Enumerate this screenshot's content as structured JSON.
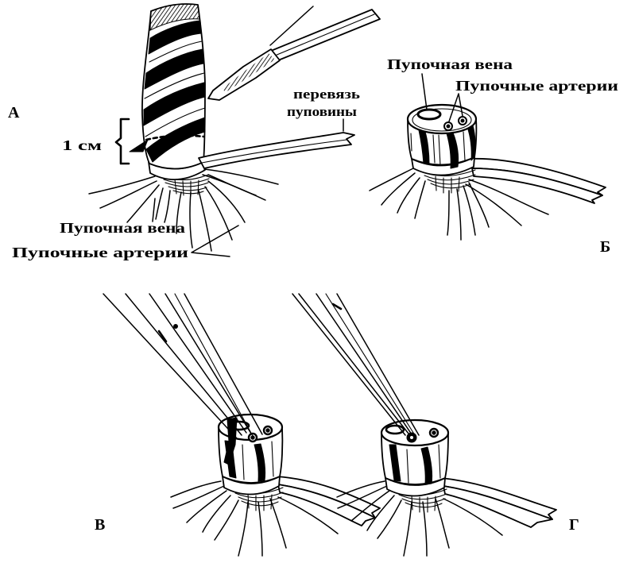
{
  "figure": {
    "panels": {
      "a": {
        "letter": "А",
        "scale_label": "1 см",
        "tie_label_line1": "перевязь",
        "tie_label_line2": "пуповины",
        "vein_label": "Пупочная вена",
        "arteries_label": "Пупочные артерии"
      },
      "b": {
        "letter": "Б",
        "vein_label": "Пупочная вена",
        "arteries_label": "Пупочные артерии"
      },
      "c": {
        "letter": "В"
      },
      "d": {
        "letter": "Г"
      }
    },
    "colors": {
      "ink": "#000000",
      "paper": "#ffffff"
    }
  }
}
